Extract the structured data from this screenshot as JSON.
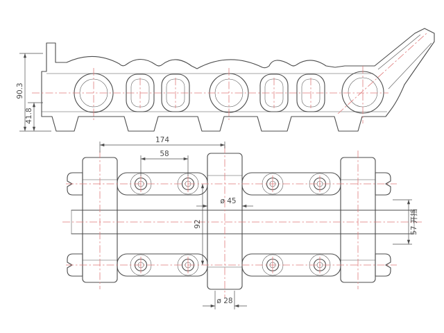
{
  "colors": {
    "outline": "#4b4b4b",
    "centerline": "#e07a7a",
    "dimension": "#4b4b4b",
    "hatch": "#c3cdc3",
    "background": "#ffffff"
  },
  "side_view": {
    "dims": {
      "overall_height": "90.3",
      "grouser_height": "41.8"
    }
  },
  "plan_view": {
    "dims": {
      "pitch": "174",
      "hole_spacing": "58",
      "link_width": "92",
      "boss_diameter": "ø 45",
      "pin_diameter": "ø 28",
      "inner_gap": "57 开挡"
    }
  }
}
